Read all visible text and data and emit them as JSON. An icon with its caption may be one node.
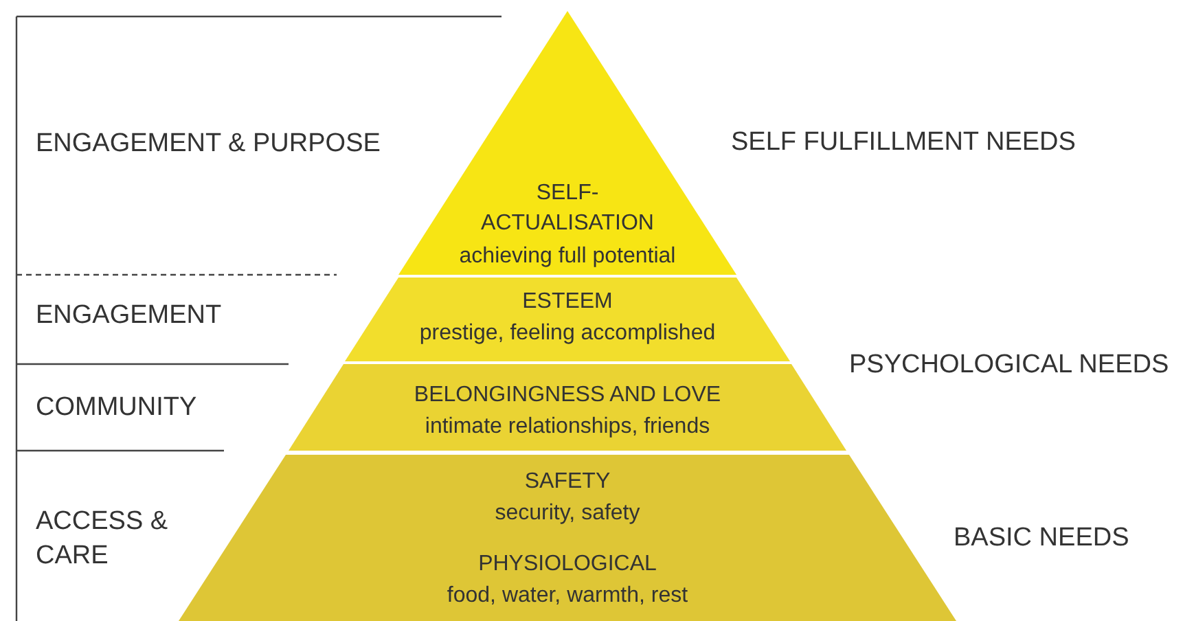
{
  "diagram": {
    "nodes": [
      {
        "text": [
          "SELF-ACTUALISATION",
          "achieving full potential"
        ]
      },
      {
        "text": [
          "ESTEEM",
          "prestige, feeling accomplished"
        ]
      },
      {
        "text": [
          "BELONGINGNESS AND LOVE",
          "intimate relationships, friends"
        ]
      },
      {
        "text": [
          "SAFETY",
          "security, safety",
          "PHYSIOLOGICAL",
          "food, water, warmth, rest"
        ]
      }
    ],
    "edges": [],
    "labels": [
      "ENGAGEMENT & PURPOSE",
      "SELF FULFILLMENT NEEDS",
      "ENGAGEMENT",
      "PSYCHOLOGICAL NEEDS",
      "COMMUNITY",
      "ACCESS & CARE",
      "BASIC NEEDS"
    ]
  }
}
